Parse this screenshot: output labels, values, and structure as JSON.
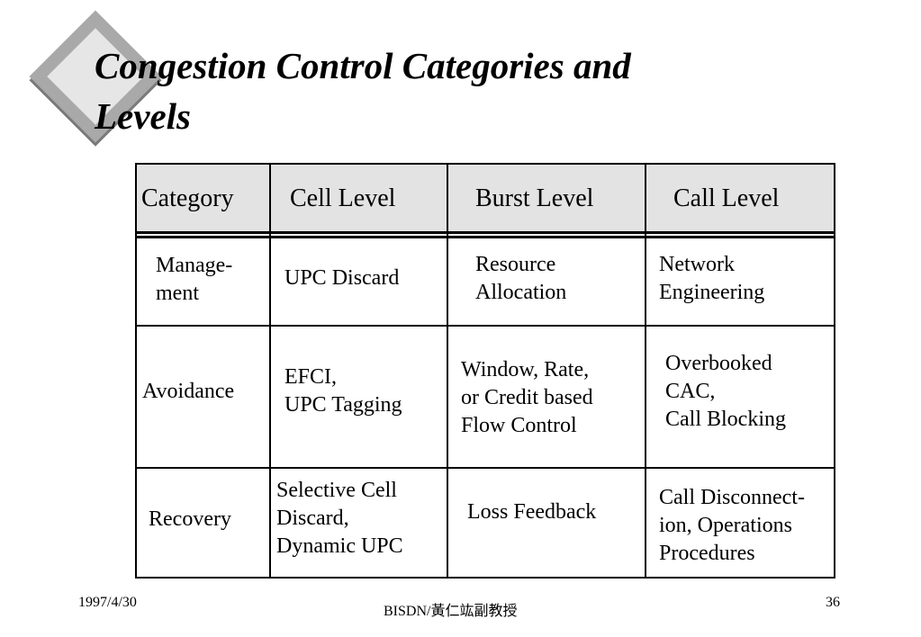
{
  "slide": {
    "title": "Congestion Control Categories and\nLevels"
  },
  "table": {
    "headers": [
      "Category",
      "Cell Level",
      "Burst Level",
      "Call Level"
    ],
    "rows": [
      {
        "category": "Manage-\nment",
        "cell_level": "UPC Discard",
        "burst_level": "Resource\nAllocation",
        "call_level": "Network\nEngineering"
      },
      {
        "category": "Avoidance",
        "cell_level": "EFCI,\nUPC Tagging",
        "burst_level": "Window, Rate,\nor Credit based\nFlow Control",
        "call_level": "Overbooked\nCAC,\nCall Blocking"
      },
      {
        "category": "Recovery",
        "cell_level": "Selective Cell\nDiscard,\nDynamic UPC",
        "burst_level": "Loss Feedback",
        "call_level": "Call Disconnect-\nion, Operations\nProcedures"
      }
    ]
  },
  "footer": {
    "date": "1997/4/30",
    "center": "BISDN/黃仁竑副教授",
    "page_number": "36"
  }
}
